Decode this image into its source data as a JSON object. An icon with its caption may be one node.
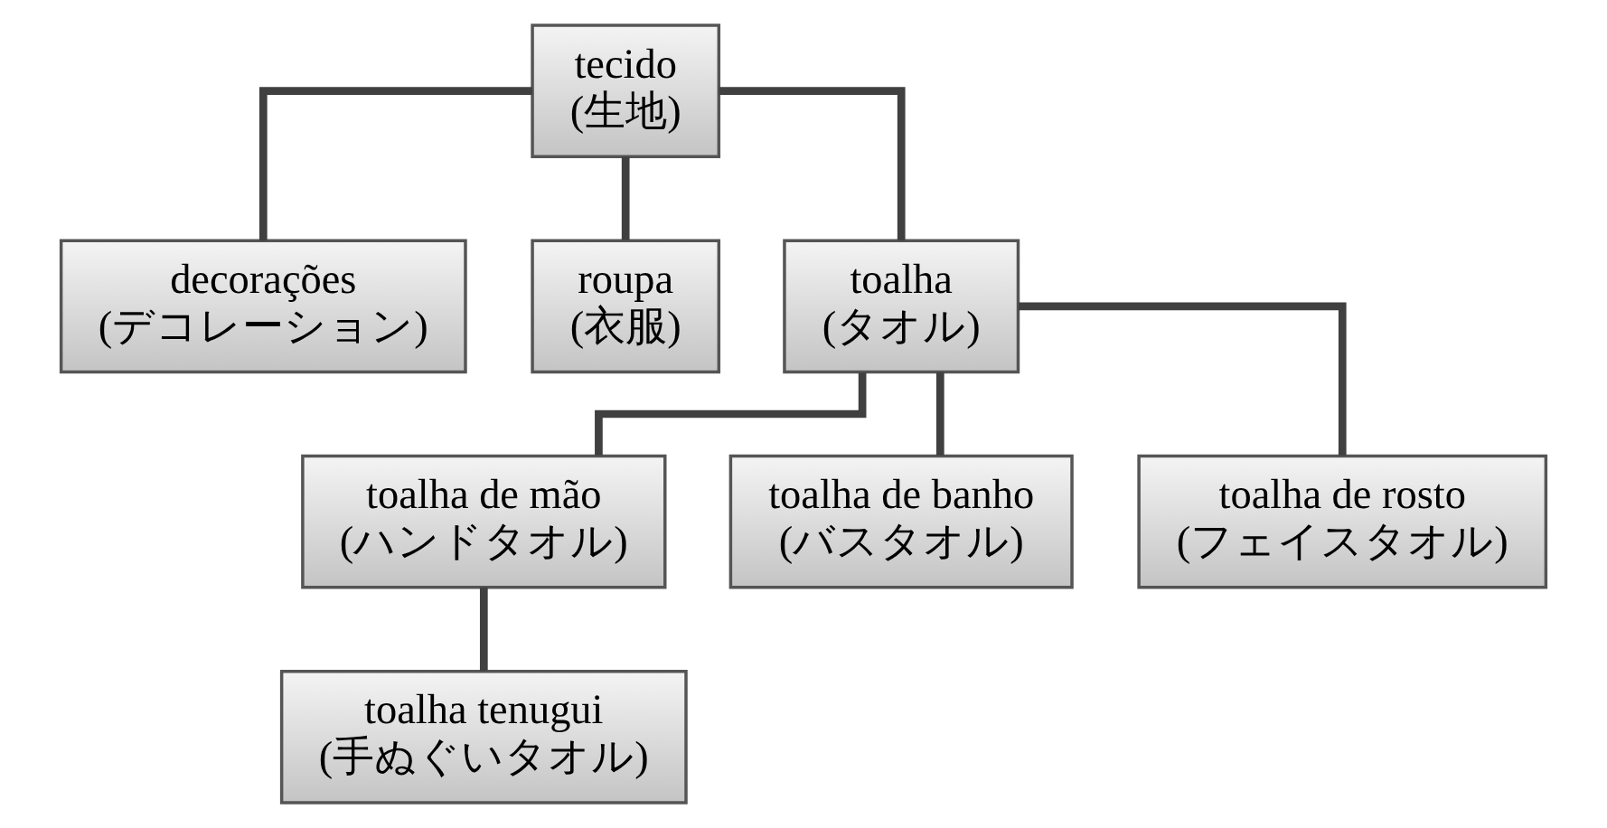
{
  "diagram": {
    "nodes": [
      {
        "text": [
          "tecido",
          "(生地)"
        ]
      },
      {
        "text": [
          "decorações",
          "(デコレーション)"
        ]
      },
      {
        "text": [
          "roupa",
          "(衣服)"
        ]
      },
      {
        "text": [
          "toalha",
          "(タオル)"
        ]
      },
      {
        "text": [
          "toalha de mão",
          "(ハンドタオル)"
        ]
      },
      {
        "text": [
          "toalha de banho",
          "(バスタオル)"
        ]
      },
      {
        "text": [
          "toalha de rosto",
          "(フェイスタオル)"
        ]
      },
      {
        "text": [
          "toalha tenugui",
          "(手ぬぐいタオル)"
        ]
      }
    ],
    "edges": [
      {
        "from": 0,
        "to": 1,
        "arrow": "none"
      },
      {
        "from": 0,
        "to": 2,
        "arrow": "none"
      },
      {
        "from": 0,
        "to": 3,
        "arrow": "none"
      },
      {
        "from": 3,
        "to": 4,
        "arrow": "none"
      },
      {
        "from": 3,
        "to": 5,
        "arrow": "none"
      },
      {
        "from": 3,
        "to": 6,
        "arrow": "none"
      },
      {
        "from": 4,
        "to": 7,
        "arrow": "none"
      }
    ]
  }
}
